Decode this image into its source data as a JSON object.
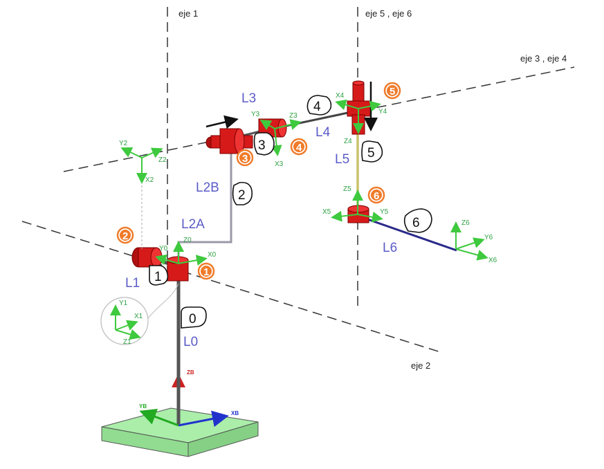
{
  "axes": {
    "eje1": "eje 1",
    "eje2": "eje 2",
    "eje34": "eje 3 , eje 4",
    "eje56": "eje 5 , eje 6"
  },
  "links": {
    "L0": "L0",
    "L1": "L1",
    "L2A": "L2A",
    "L2B": "L2B",
    "L3": "L3",
    "L4": "L4",
    "L5": "L5",
    "L6": "L6"
  },
  "link_numbers": [
    "0",
    "1",
    "2",
    "3",
    "4",
    "5",
    "6"
  ],
  "joint_numbers": [
    "1",
    "2",
    "3",
    "4",
    "5",
    "6"
  ],
  "frames": {
    "f0": {
      "x": "X0",
      "y": "Y0",
      "z": "Z0"
    },
    "f1": {
      "x": "X1",
      "y": "Y1",
      "z": "Z1"
    },
    "f2": {
      "x": "X2",
      "y": "Y2",
      "z": "Z2"
    },
    "f3": {
      "x": "X3",
      "y": "Y3",
      "z": "Z3"
    },
    "f4": {
      "x": "X4",
      "y": "Y4",
      "z": "Z4"
    },
    "f5": {
      "x": "X5",
      "y": "Y5",
      "z": "Z5"
    },
    "f6": {
      "x": "X6",
      "y": "Y6",
      "z": "Z6"
    },
    "base": {
      "x": "XB",
      "y": "YB",
      "z": "ZB"
    }
  },
  "colors": {
    "axis_green": "#3ec93e",
    "joint_red": "#d61a1a",
    "joint_number_orange": "#f07b2a",
    "link_label_blue": "#5b5bc8",
    "base_plate": "#7be07b",
    "base_x": "#2233cc",
    "base_z": "#cc2222"
  }
}
